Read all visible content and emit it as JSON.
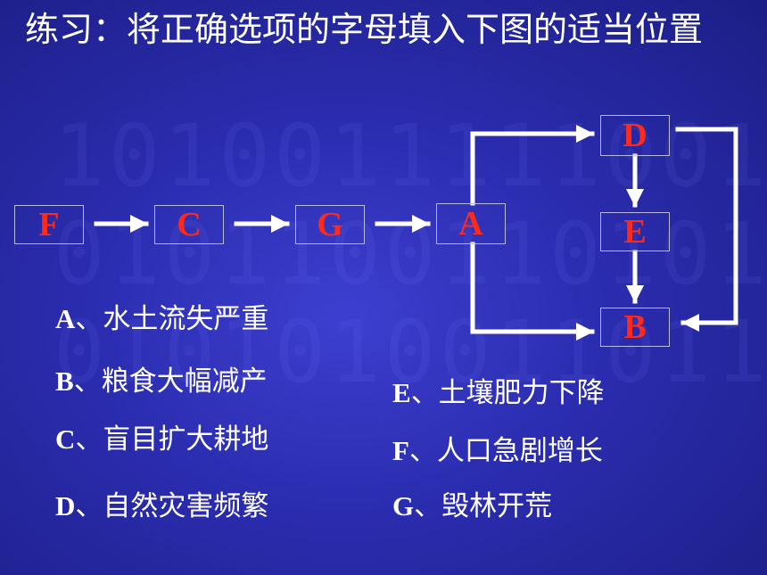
{
  "title": "练习：将正确选项的字母填入下图的适当位置",
  "flow": {
    "boxes": {
      "b1": "F",
      "b2": "C",
      "b3": "G",
      "b4": "A",
      "b5": "D",
      "b6": "E",
      "b7": "B"
    }
  },
  "options": [
    {
      "letter": "A",
      "text": "、水土流失严重"
    },
    {
      "letter": "B",
      "text": "、粮食大幅减产"
    },
    {
      "letter": "C",
      "text": "、盲目扩大耕地"
    },
    {
      "letter": "D",
      "text": "、自然灾害频繁"
    },
    {
      "letter": "E",
      "text": "、土壤肥力下降"
    },
    {
      "letter": "F",
      "text": "、人口急剧增长"
    },
    {
      "letter": "G",
      "text": "、毁林开荒"
    }
  ],
  "colors": {
    "answer": "#ff2a1a",
    "text": "#ffffff",
    "background": "#2a2cae"
  }
}
